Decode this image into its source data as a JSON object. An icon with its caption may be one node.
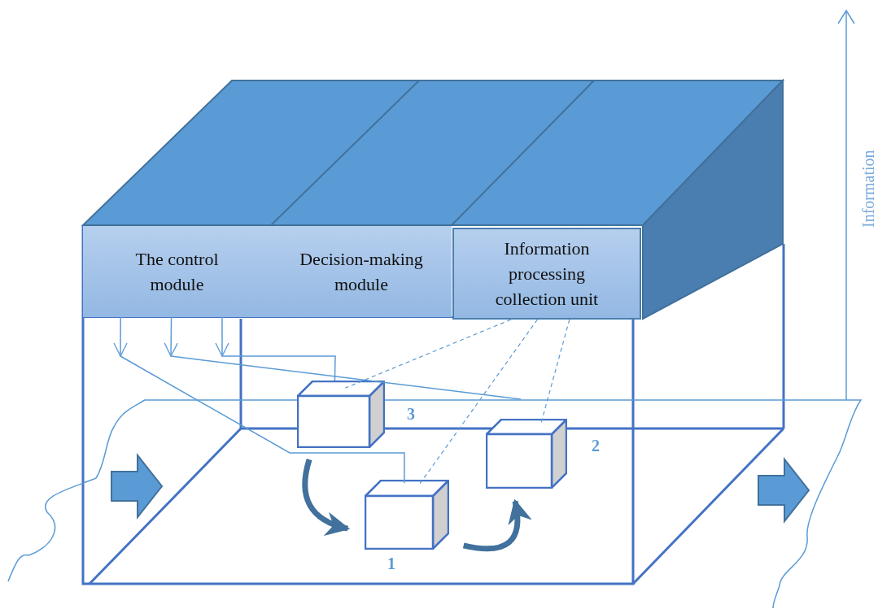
{
  "diagram": {
    "nodes": [
      {
        "text": [
          "The control module"
        ]
      },
      {
        "text": [
          "Decision-making module"
        ]
      },
      {
        "text": [
          "Information processing collection unit"
        ]
      },
      {
        "text": [],
        "shape": "box",
        "beside": [
          "3"
        ]
      },
      {
        "text": [],
        "shape": "box",
        "beside": [
          "1"
        ]
      },
      {
        "text": [],
        "shape": "box",
        "beside": [
          "2"
        ]
      }
    ],
    "edges": [
      {
        "from": 0,
        "to": null,
        "arrow": "to"
      },
      {
        "from": 0,
        "to": null,
        "arrow": "to"
      },
      {
        "from": 0,
        "to": null,
        "arrow": "to"
      },
      {
        "from": null,
        "to": 4,
        "arrow": "none"
      },
      {
        "from": null,
        "to": 3,
        "arrow": "none"
      },
      {
        "from": 2,
        "to": 3,
        "arrow": "none",
        "style": "dashed"
      },
      {
        "from": 2,
        "to": 4,
        "arrow": "none",
        "style": "dashed"
      },
      {
        "from": 2,
        "to": 5,
        "arrow": "none",
        "style": "dashed"
      },
      {
        "from": 3,
        "to": 4,
        "arrow": "to",
        "style": "thick",
        "color": "#41719c"
      },
      {
        "from": 4,
        "to": 5,
        "arrow": "to",
        "style": "thick",
        "color": "#41719c"
      }
    ],
    "labels": [
      "Information"
    ]
  }
}
